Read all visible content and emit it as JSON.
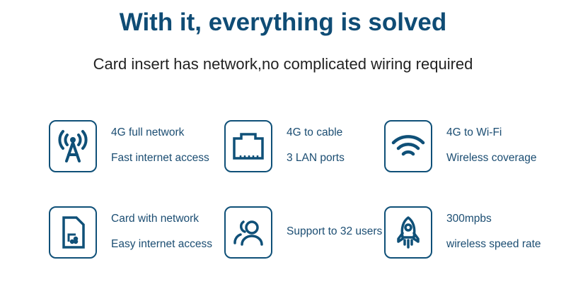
{
  "title": "With it, everything is solved",
  "subtitle": "Card insert has network,no complicated wiring required",
  "features": [
    {
      "icon": "cell-tower-icon",
      "line1": "4G full network",
      "line2": "Fast internet access"
    },
    {
      "icon": "ethernet-port-icon",
      "line1": "4G to cable",
      "line2": "3 LAN ports"
    },
    {
      "icon": "wifi-icon",
      "line1": "4G to Wi-Fi",
      "line2": "Wireless coverage"
    },
    {
      "icon": "sim-card-icon",
      "line1": "Card with network",
      "line2": "Easy internet access"
    },
    {
      "icon": "users-icon",
      "line1": "Support to 32 users"
    },
    {
      "icon": "rocket-icon",
      "line1": "300mpbs",
      "line2": "wireless speed rate"
    }
  ],
  "colors": {
    "accent": "#0f5078",
    "text": "#1b4d72"
  }
}
